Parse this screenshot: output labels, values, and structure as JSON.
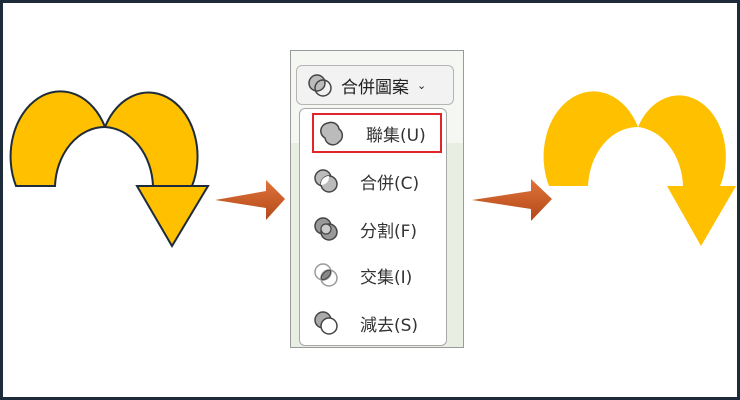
{
  "colors": {
    "shape_fill": "#FFC000",
    "shape_outline": "#1d2b3a",
    "arrow": "#C8561D",
    "highlight": "#E0262B"
  },
  "dropdown": {
    "button_label": "合併圖案",
    "button_icon": "merge-shapes-icon",
    "chevron": "⌄",
    "items": [
      {
        "label": "聯集(U)",
        "icon": "union-icon",
        "selected": true
      },
      {
        "label": "合併(C)",
        "icon": "combine-icon"
      },
      {
        "label": "分割(F)",
        "icon": "fragment-icon"
      },
      {
        "label": "交集(I)",
        "icon": "intersect-icon"
      },
      {
        "label": "減去(S)",
        "icon": "subtract-icon"
      }
    ]
  }
}
